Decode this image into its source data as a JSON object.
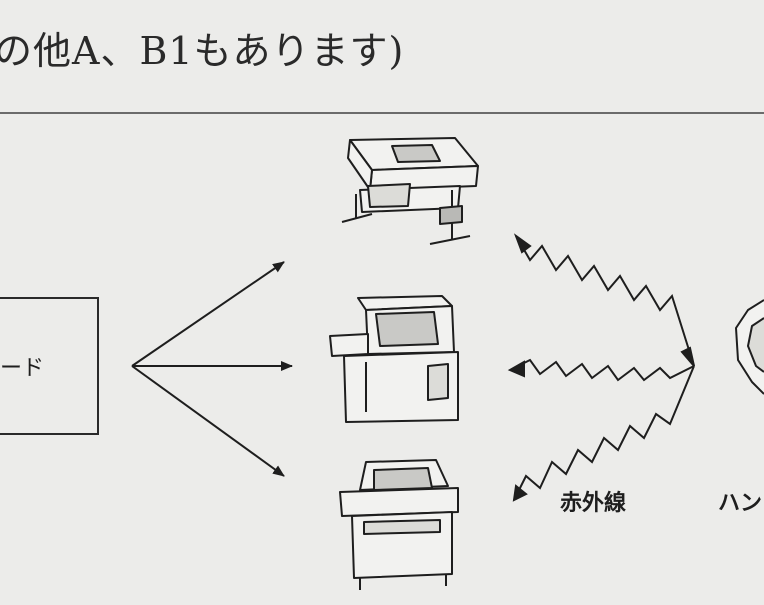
{
  "header": {
    "text": "の他A、B1もあります)"
  },
  "diagram": {
    "box_label": "ード",
    "infrared_label": "赤外線",
    "handset_label": "ハン"
  }
}
